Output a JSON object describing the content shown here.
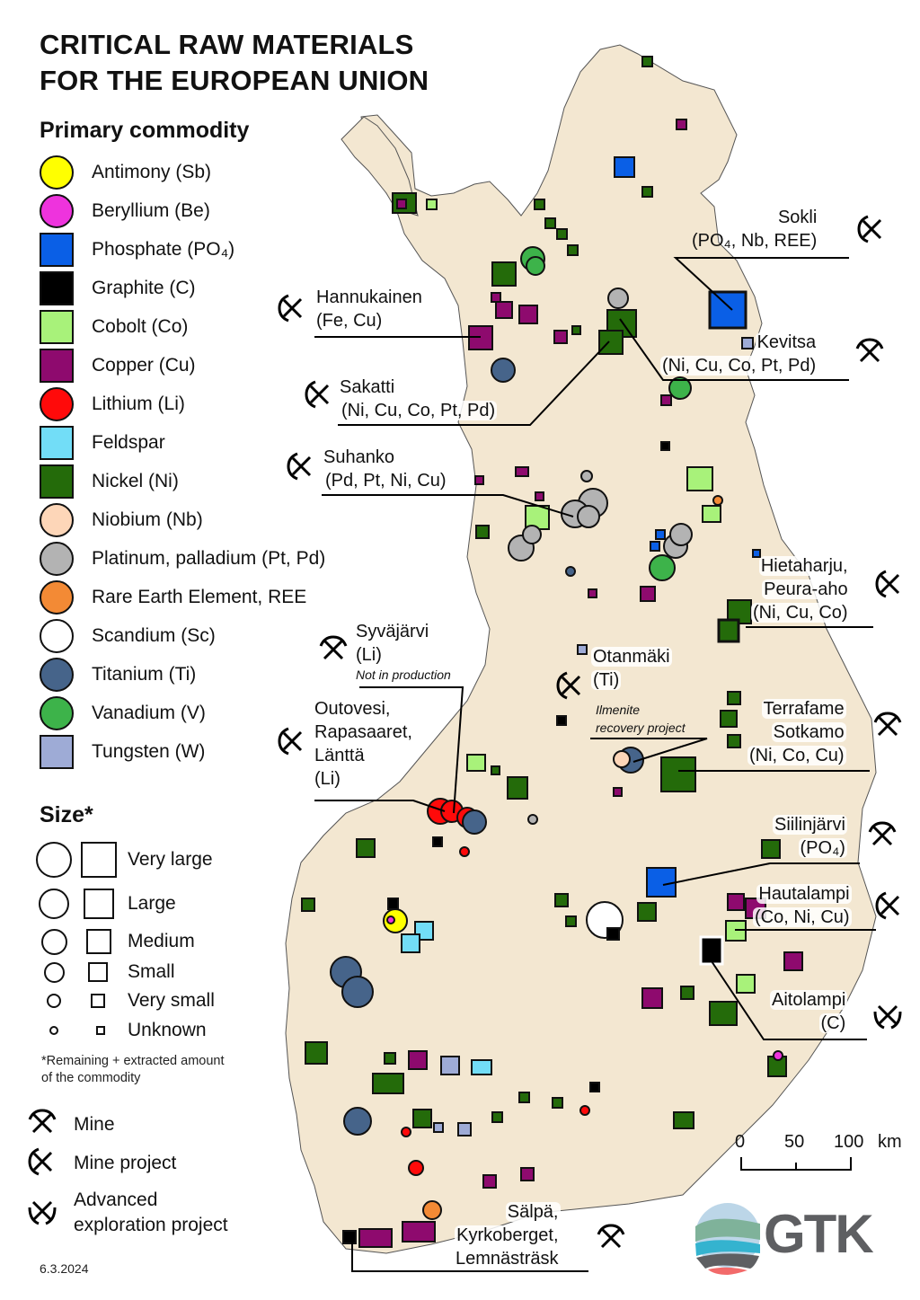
{
  "title": {
    "line1": "CRITICAL RAW MATERIALS",
    "line2": "FOR THE EUROPEAN UNION"
  },
  "legend": {
    "primary_heading": "Primary commodity",
    "commodities": [
      {
        "label": "Antimony (Sb)",
        "shape": "circle",
        "color": "#FFFF00"
      },
      {
        "label": "Beryllium (Be)",
        "shape": "circle",
        "color": "#EE33DD"
      },
      {
        "label": "Phosphate (PO₄)",
        "shape": "square",
        "color": "#0A5FE6"
      },
      {
        "label": "Graphite (C)",
        "shape": "square",
        "color": "#000000"
      },
      {
        "label": "Cobolt (Co)",
        "shape": "square",
        "color": "#A8F27A"
      },
      {
        "label": "Copper (Cu)",
        "shape": "square",
        "color": "#8E0A6E"
      },
      {
        "label": "Lithium (Li)",
        "shape": "circle",
        "color": "#FF0A0A"
      },
      {
        "label": "Feldspar",
        "shape": "square",
        "color": "#72DDF7"
      },
      {
        "label": "Nickel (Ni)",
        "shape": "square",
        "color": "#246B0A"
      },
      {
        "label": "Niobium (Nb)",
        "shape": "circle",
        "color": "#FDD6B8"
      },
      {
        "label": "Platinum, palladium (Pt, Pd)",
        "shape": "circle",
        "color": "#B3B3B3"
      },
      {
        "label": "Rare Earth Element, REE",
        "shape": "circle",
        "color": "#F38A35"
      },
      {
        "label": "Scandium (Sc)",
        "shape": "circle",
        "color": "#FFFFFF"
      },
      {
        "label": "Titanium (Ti)",
        "shape": "circle",
        "color": "#46648A"
      },
      {
        "label": "Vanadium (V)",
        "shape": "circle",
        "color": "#3DB34A"
      },
      {
        "label": "Tungsten (W)",
        "shape": "square",
        "color": "#9EABD6"
      }
    ],
    "size_heading": "Size*",
    "sizes": [
      "Very large",
      "Large",
      "Medium",
      "Small",
      "Very small",
      "Unknown"
    ],
    "size_note_line1": "*Remaining + extracted amount",
    "size_note_line2": "of the commodity",
    "status": [
      {
        "label": "Mine",
        "icon": "mine-icon"
      },
      {
        "label": "Mine project",
        "icon": "mine-project-icon"
      },
      {
        "label_line1": "Advanced",
        "label_line2": "exploration project",
        "icon": "advanced-exploration-icon"
      }
    ],
    "date": "6.3.2024"
  },
  "sites": {
    "sokli": {
      "name": "Sokli",
      "commodities": "(PO₄, Nb, REE)",
      "status": "Mine project"
    },
    "hannukainen": {
      "name": "Hannukainen",
      "commodities": "(Fe, Cu)",
      "status": "Mine project"
    },
    "kevitsa": {
      "name": "Kevitsa",
      "commodities": "(Ni, Cu, Co, Pt, Pd)",
      "status": "Mine"
    },
    "sakatti": {
      "name": "Sakatti",
      "commodities": "(Ni, Cu, Co, Pt, Pd)",
      "status": "Mine project"
    },
    "suhanko": {
      "name": "Suhanko",
      "commodities": "(Pd, Pt, Ni, Cu)",
      "status": "Mine project"
    },
    "hietaharju": {
      "name_line1": "Hietaharju,",
      "name_line2": "Peura-aho",
      "commodities": "(Ni, Cu, Co)",
      "status": "Mine project"
    },
    "syvajarvi": {
      "name": "Syväjärvi",
      "commodities": "(Li)",
      "note": "Not in production",
      "status": "Mine"
    },
    "otanmaki": {
      "name": "Otanmäki",
      "commodities": "(Ti)",
      "note_line1": "Ilmenite",
      "note_line2": "recovery project",
      "status": "Mine project"
    },
    "outovesi": {
      "name_line1": "Outovesi,",
      "name_line2": "Rapasaaret,",
      "name_line3": "Länttä",
      "commodities": "(Li)",
      "status": "Mine project"
    },
    "terrafame": {
      "name_line1": "Terrafame",
      "name_line2": "Sotkamo",
      "commodities": "(Ni, Co, Cu)",
      "status": "Mine"
    },
    "siilinjarvi": {
      "name": "Siilinjärvi",
      "commodities": "(PO₄)",
      "status": "Mine"
    },
    "hautalampi": {
      "name": "Hautalampi",
      "commodities": "(Co, Ni, Cu)",
      "status": "Mine project"
    },
    "aitolampi": {
      "name": "Aitolampi",
      "commodities": "(C)",
      "status": "Advanced exploration project"
    },
    "salpa": {
      "name_line1": "Sälpä,",
      "name_line2": "Kyrkoberget,",
      "name_line3": "Lemnästräsk",
      "status": "Mine"
    }
  },
  "scale_bar": {
    "ticks": [
      "0",
      "50",
      "100"
    ],
    "unit": "km"
  },
  "logo": {
    "text": "GTK"
  }
}
